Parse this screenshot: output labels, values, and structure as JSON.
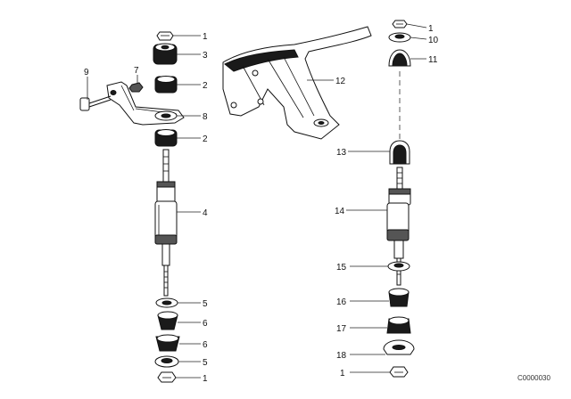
{
  "diagram": {
    "callouts": {
      "c1_top_left": "1",
      "c3": "3",
      "c2_upper": "2",
      "c8": "8",
      "c2_lower": "2",
      "c4": "4",
      "c5_upper": "5",
      "c6_upper": "6",
      "c6_lower": "6",
      "c5_lower": "5",
      "c1_bottom_left": "1",
      "c9": "9",
      "c7": "7",
      "c12": "12",
      "c1_top_right": "1",
      "c10": "10",
      "c11": "11",
      "c13": "13",
      "c14": "14",
      "c15": "15",
      "c16": "16",
      "c17": "17",
      "c18": "18",
      "c1_bottom_right": "1"
    },
    "catalog_code": "C0000030"
  }
}
